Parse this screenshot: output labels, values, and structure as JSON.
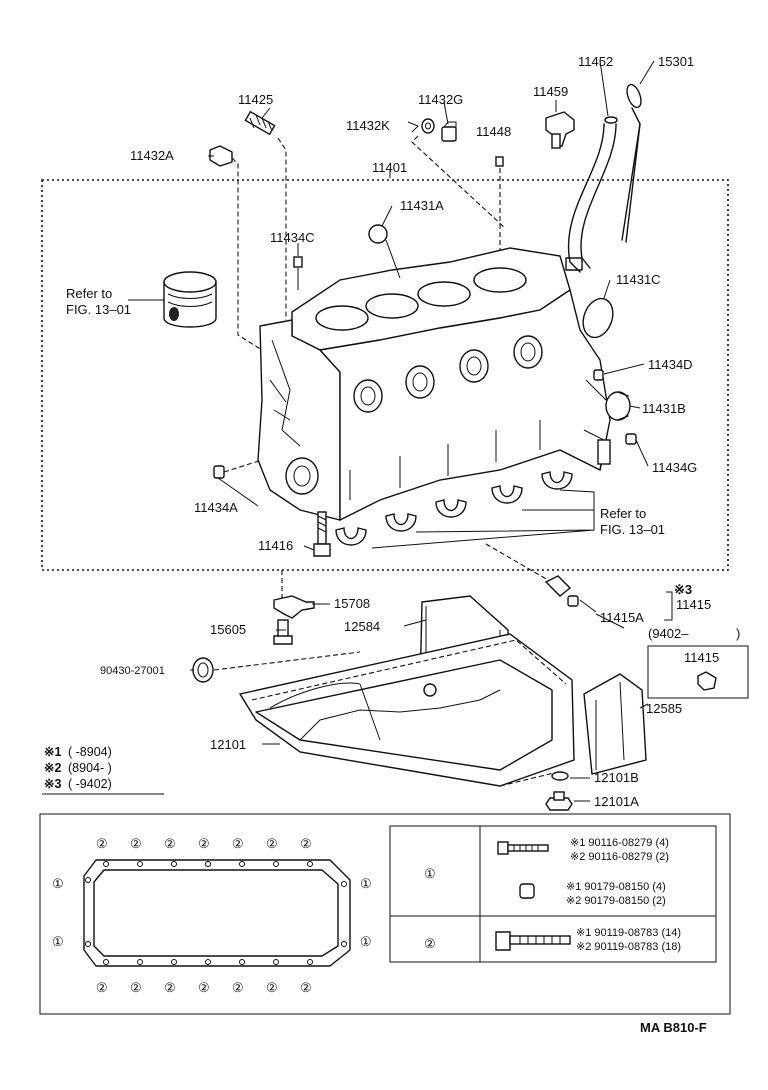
{
  "labels": {
    "p11425": "11425",
    "p11432G": "11432G",
    "p11459": "11459",
    "p11452": "11452",
    "p15301": "15301",
    "p11432K": "11432K",
    "p11448": "11448",
    "p11432A": "11432A",
    "p11401": "11401",
    "p11431A": "11431A",
    "p11434C": "11434C",
    "refer1_line1": "Refer to",
    "refer1_line2": "FIG. 13–01",
    "p11431C": "11431C",
    "p11434D": "11434D",
    "p11431B": "11431B",
    "p11434G": "11434G",
    "p11434A": "11434A",
    "refer2_line1": "Refer to",
    "refer2_line2": "FIG. 13–01",
    "p11416": "11416",
    "mark3": "※3",
    "p11415": "11415",
    "p15708": "15708",
    "p11415A": "11415A",
    "p15605": "15605",
    "p12584": "12584",
    "range9402": "(9402–",
    "range9402_close": ")",
    "p11415_box": "11415",
    "p90430": "90430-27001",
    "p12585": "12585",
    "p12101": "12101",
    "p12101B": "12101B",
    "p12101A": "12101A",
    "figure_code": "MA  B810-F"
  },
  "notes": [
    {
      "mark": "※1",
      "range": "(      -8904)"
    },
    {
      "mark": "※2",
      "range": "(8904-      )"
    },
    {
      "mark": "※3",
      "range": "(      -9402)"
    }
  ],
  "gasket": {
    "top_marks": [
      "②",
      "②",
      "②",
      "②",
      "②",
      "②",
      "②"
    ],
    "bottom_marks": [
      "②",
      "②",
      "②",
      "②",
      "②",
      "②",
      "②"
    ],
    "left_marks": [
      "①",
      "①"
    ],
    "right_marks": [
      "①",
      "①"
    ]
  },
  "legend": {
    "row1_symbol": "①",
    "row2_symbol": "②",
    "row1_parts": [
      {
        "line1": "※1 90116-08279 (4)",
        "line2": "※2 90116-08279 (2)"
      },
      {
        "line1": "※1 90179-08150 (4)",
        "line2": "※2 90179-08150 (2)"
      }
    ],
    "row2_parts": [
      {
        "line1": "※1 90119-08783 (14)",
        "line2": "※2 90119-08783 (18)"
      }
    ]
  }
}
